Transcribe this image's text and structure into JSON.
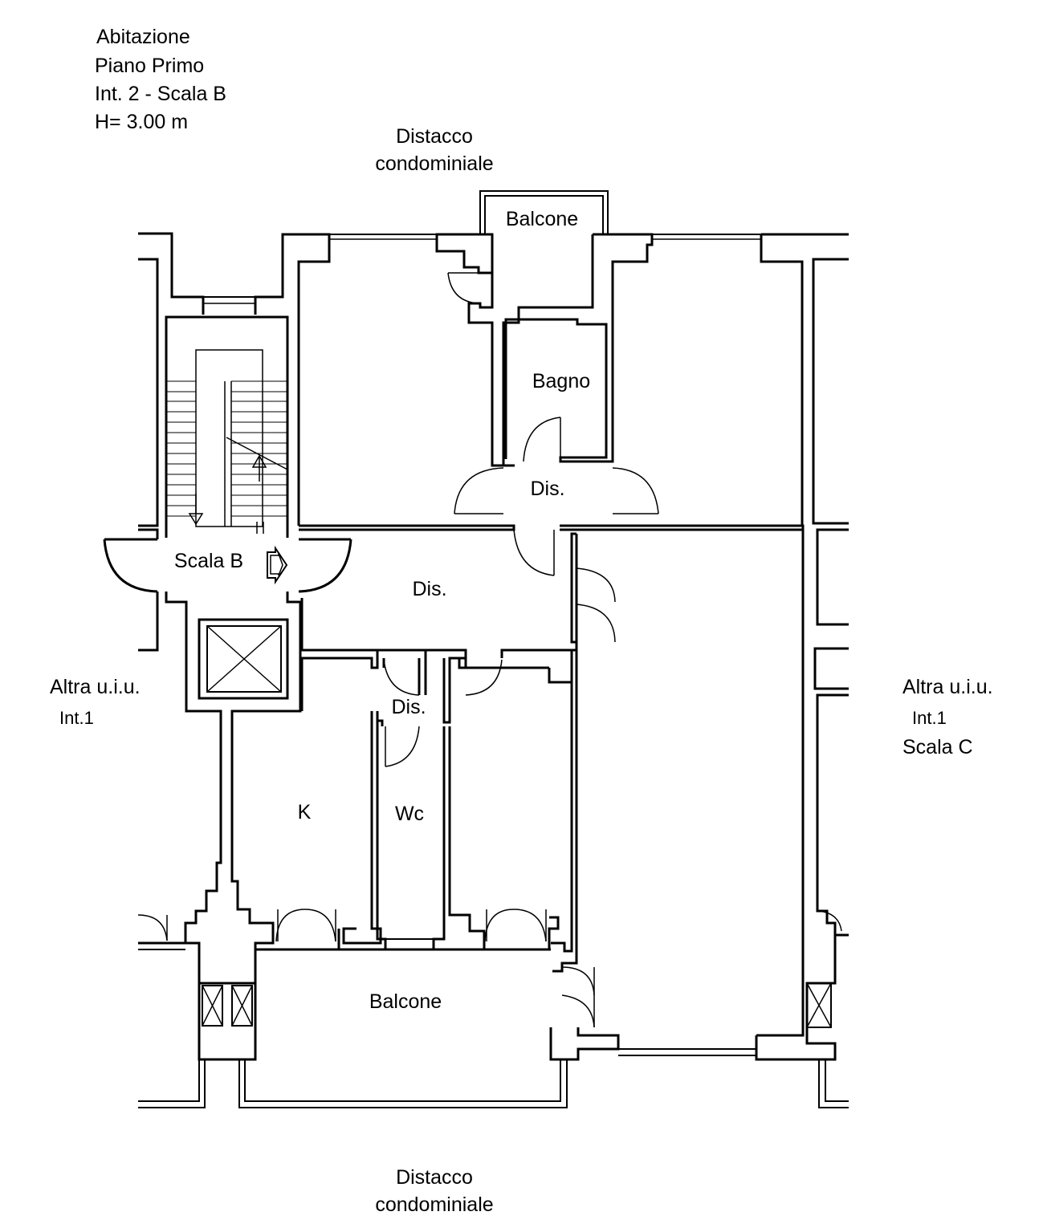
{
  "header": {
    "line1": "Abitazione",
    "line2": "Piano Primo",
    "line3": "Int. 2 - Scala B",
    "line4": "H= 3.00 m"
  },
  "top_label": {
    "line1": "Distacco",
    "line2": "condominiale"
  },
  "bottom_label": {
    "line1": "Distacco",
    "line2": "condominiale"
  },
  "left_label": {
    "line1": "Altra u.i.u.",
    "line2": "Int.1"
  },
  "right_label": {
    "line1": "Altra u.i.u.",
    "line2": "Int.1",
    "line3": "Scala C"
  },
  "rooms": {
    "balcone_top": "Balcone",
    "bagno": "Bagno",
    "dis_upper": "Dis.",
    "scala": "Scala B",
    "dis_main": "Dis.",
    "dis_small": "Dis.",
    "kitchen": "K",
    "wc": "Wc",
    "balcone_bottom": "Balcone"
  }
}
